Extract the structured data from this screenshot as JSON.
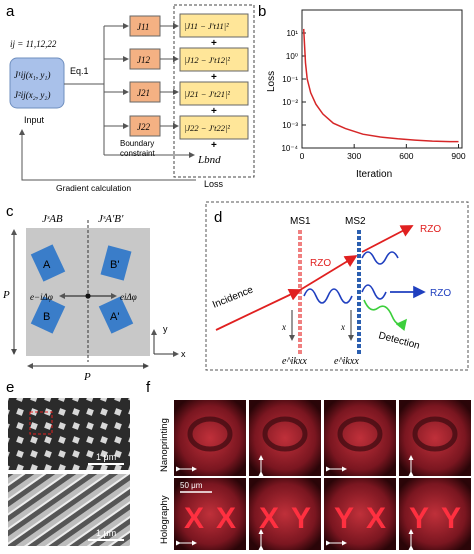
{
  "panels": {
    "a": {
      "letter": "a",
      "index_line": "ij = 11,12,22",
      "input_line1": "J¹ij(x₁, y₁)",
      "input_line2": "J²ij(x₂, y₂)",
      "input_label": "Input",
      "eq_label": "Eq.1",
      "j_boxes": [
        "J11",
        "J12",
        "J21",
        "J22"
      ],
      "diff_boxes": [
        "|J11 − J't11|²",
        "|J12 − J't12|²",
        "|J21 − J't21|²",
        "|J22 − J't22|²"
      ],
      "plus": "+",
      "boundary_label_1": "Boundary",
      "boundary_label_2": "constraint",
      "lbnd": "Lbnd",
      "loss_label": "Loss",
      "gradient_label": "Gradient calculation",
      "colors": {
        "input_fill": "#a9c1ea",
        "j_fill": "#f4b183",
        "diff_fill": "#ffe699"
      }
    },
    "b": {
      "letter": "b",
      "chart_data": {
        "type": "line",
        "xlabel": "Iteration",
        "ylabel": "Loss",
        "x_ticks": [
          "0",
          "300",
          "600",
          "900"
        ],
        "y_ticks": [
          "10¹",
          "10⁰",
          "10⁻¹",
          "10⁻²",
          "10⁻³",
          "10⁻⁴"
        ],
        "xlim": [
          0,
          920
        ],
        "ylim": [
          0.0001,
          100
        ],
        "log_y": true,
        "grid": false,
        "series": [
          {
            "color": "#d62728",
            "x": [
              10,
              20,
              30,
              50,
              80,
              120,
              180,
              250,
              350,
              450,
              550,
              650,
              750,
              850,
              900
            ],
            "y": [
              15,
              0.5,
              0.1,
              0.025,
              0.008,
              0.003,
              0.0012,
              0.0007,
              0.0004,
              0.0003,
              0.00025,
              0.00022,
              0.0002,
              0.00019,
              0.00019
            ]
          }
        ]
      }
    },
    "c": {
      "letter": "c",
      "j_left": "JˢAB",
      "j_right": "JˢA'B'",
      "cells": [
        "A",
        "B",
        "B'",
        "A'"
      ],
      "phase_left": "e−iΔφ",
      "phase_right": "eiΔφ",
      "p_left": "P",
      "p_bottom": "P",
      "axis_x": "x",
      "axis_y": "y",
      "colors": {
        "background": "#c8c8c8",
        "pillar": "#3a7dc9"
      }
    },
    "d": {
      "letter": "d",
      "ms1": "MS1",
      "ms2": "MS2",
      "rzo_mid": "RZO",
      "rzo_top": "RZO",
      "rzo_right": "RZO",
      "incidence": "Incidence",
      "detection": "Detection",
      "x1": "x",
      "x2": "x",
      "phase1": "e^ikxx",
      "phase2": "e^ikxx",
      "colors": {
        "red": "#e02020",
        "blue": "#1f3fbf",
        "green": "#3ccf3c",
        "ms1": "#f08080",
        "ms2": "#2b5fb0"
      }
    },
    "e": {
      "letter": "e",
      "scale_top": "1 μm",
      "scale_bottom": "1 μm"
    },
    "f": {
      "letter": "f",
      "row1_label": "Nanoprinting",
      "row2_label": "Holography",
      "scale": "50 μm",
      "holo_letters": [
        "X",
        "X",
        "X",
        "Y",
        "Y",
        "X",
        "Y",
        "Y"
      ],
      "arrows_row1": [
        "horizontal",
        "vertical",
        "horizontal",
        "vertical"
      ],
      "arrows_row2": [
        "horizontal",
        "vertical",
        "horizontal",
        "vertical"
      ]
    }
  }
}
